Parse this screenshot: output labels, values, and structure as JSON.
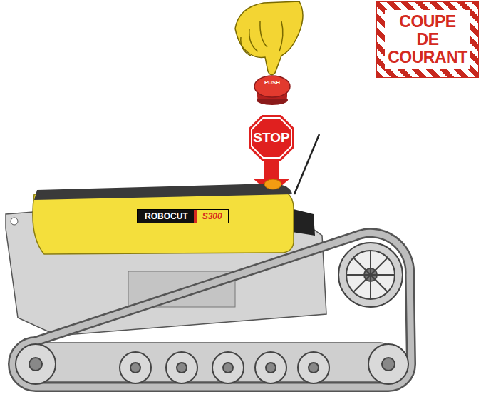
{
  "diagram": {
    "nodes": [
      {
        "text": [
          "COUPE DE COURANT"
        ]
      },
      {
        "text": [
          "PUSH"
        ]
      },
      {
        "text": [
          "STOP"
        ]
      },
      {
        "text": [
          "ROBOCUT",
          "S300"
        ]
      }
    ]
  }
}
